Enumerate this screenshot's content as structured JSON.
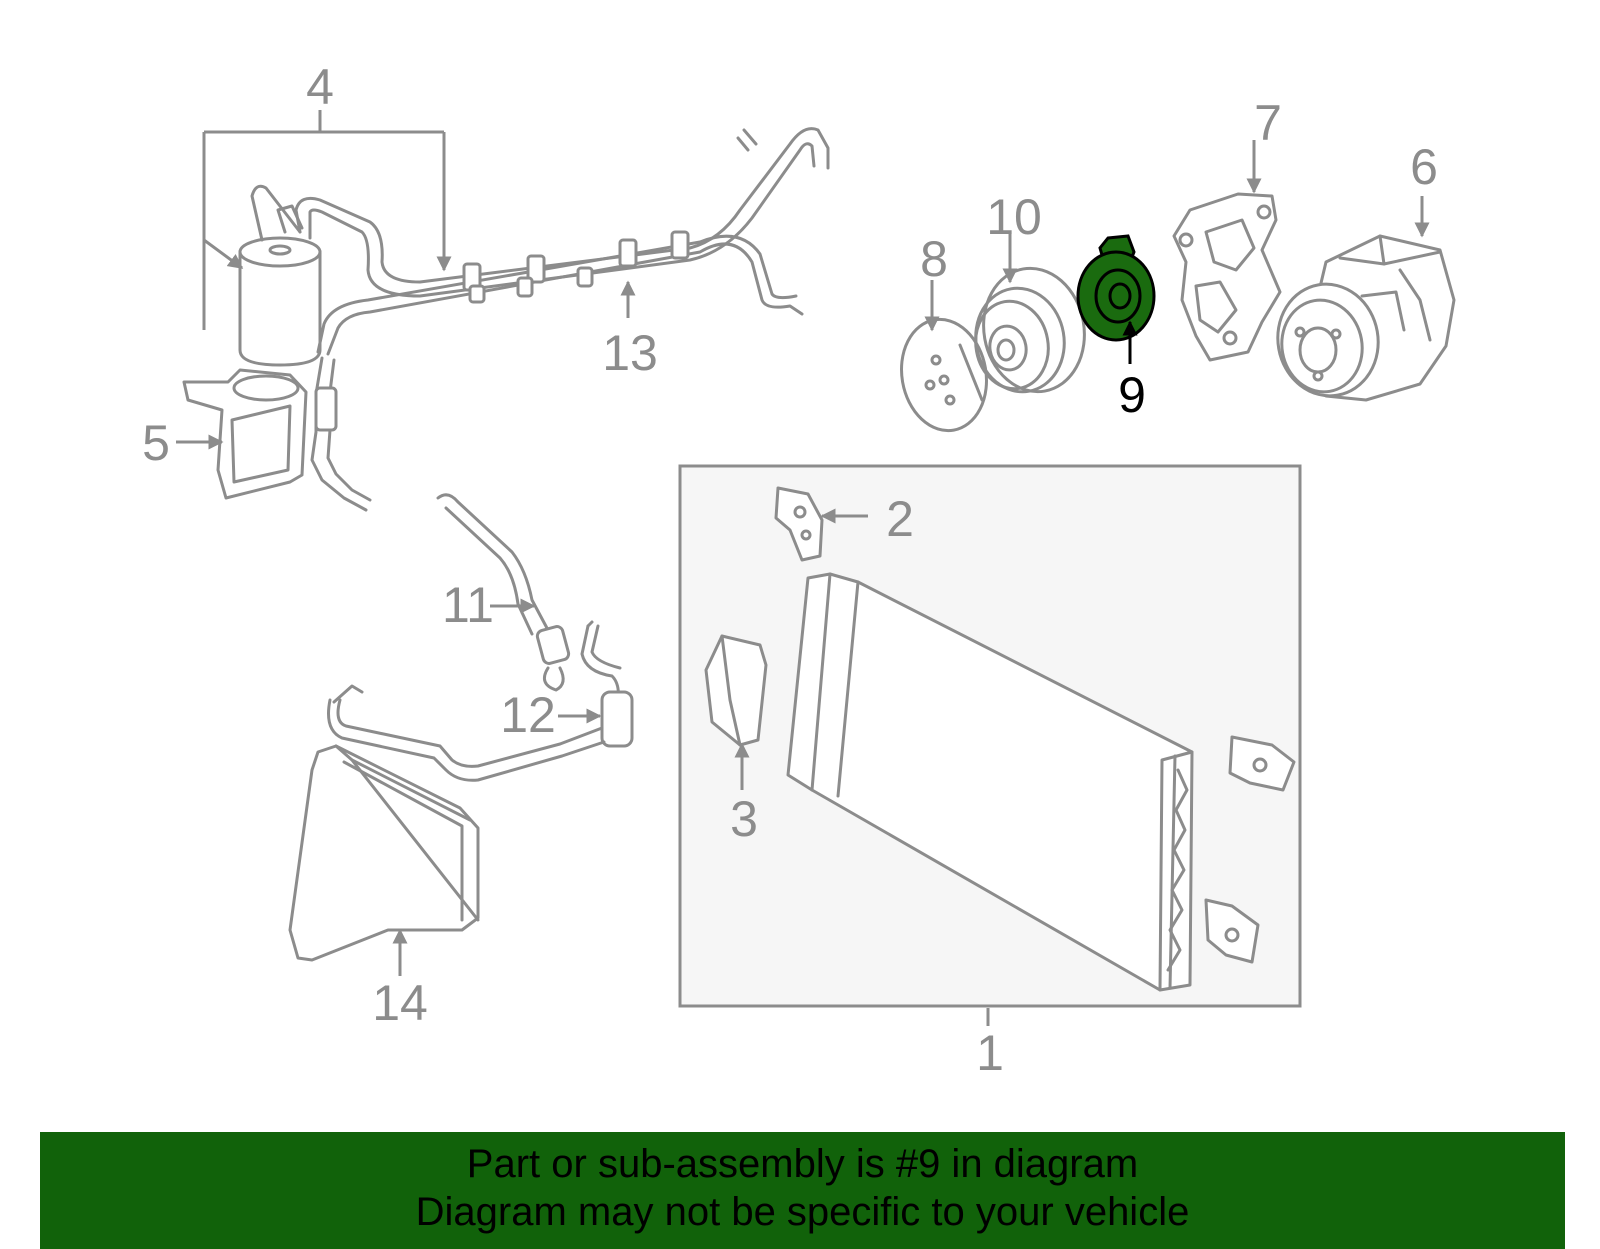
{
  "colors": {
    "line": "#8c8c8c",
    "highlight_part": "#1a6b0f",
    "banner_bg": "#11620a",
    "banner_text": "#000000",
    "panel_fill": "#f6f6f6"
  },
  "callouts": {
    "c1": "1",
    "c2": "2",
    "c3": "3",
    "c4": "4",
    "c5": "5",
    "c6": "6",
    "c7": "7",
    "c8": "8",
    "c9": "9",
    "c10": "10",
    "c11": "11",
    "c12": "12",
    "c13": "13",
    "c14": "14"
  },
  "highlighted_callout": "9",
  "banner": {
    "line1": "Part or sub-assembly is #9 in diagram",
    "line2": "Diagram may not be specific to your vehicle"
  }
}
